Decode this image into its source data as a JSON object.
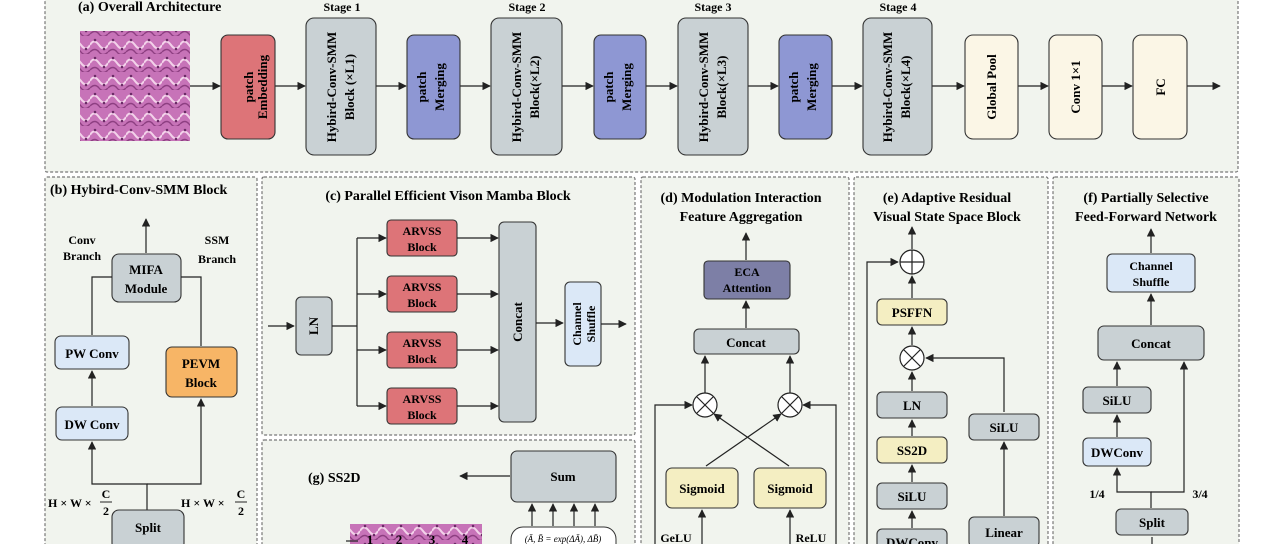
{
  "panels": {
    "a": {
      "title": "(a) Overall Architecture",
      "stages": [
        "Stage 1",
        "Stage 2",
        "Stage 3",
        "Stage 4"
      ],
      "patch_embed": [
        "patch",
        "Embedding"
      ],
      "hsmm": [
        [
          "Hybird-Conv-SMM",
          "Block (×L1)"
        ],
        [
          "Hybird-Conv-SMM",
          "Block(×L2)"
        ],
        [
          "Hybird-Conv-SMM",
          "Block(×L3)"
        ],
        [
          "Hybird-Conv-SMM",
          "Block(×L4)"
        ]
      ],
      "merging": [
        "patch",
        "Merging"
      ],
      "global_pool": "Global Pool",
      "conv1x1": "Conv 1×1",
      "fc": "FC"
    },
    "b": {
      "title": "(b) Hybird-Conv-SMM Block",
      "conv_branch": [
        "Conv",
        "Branch"
      ],
      "ssm_branch": [
        "SSM",
        "Branch"
      ],
      "mifa": [
        "MIFA",
        "Module"
      ],
      "pw_conv": "PW Conv",
      "dw_conv": "DW Conv",
      "pevm": [
        "PEVM",
        "Block"
      ],
      "split": "Split",
      "dim_left": "H × W ×",
      "dim_right": "H × W ×",
      "frac_num": "C",
      "frac_den": "2"
    },
    "c": {
      "title": "(c) Parallel Efficient Vison Mamba Block",
      "ln": "LN",
      "arvss": [
        "ARVSS",
        "Block"
      ],
      "concat": "Concat",
      "channel_shuffle": [
        "Channel",
        "Shuffle"
      ]
    },
    "d": {
      "title": [
        "(d) Modulation Interaction",
        "Feature Aggregation"
      ],
      "eca": [
        "ECA",
        "Attention"
      ],
      "concat": "Concat",
      "sigmoid": "Sigmoid",
      "gelu": "GeLU",
      "relu": "ReLU"
    },
    "e": {
      "title": [
        "(e) Adaptive Residual",
        "Visual State Space Block"
      ],
      "psffn": "PSFFN",
      "ln": "LN",
      "ss2d": "SS2D",
      "silu": "SiLU",
      "dwconv": "DWConv",
      "linear": "Linear"
    },
    "f": {
      "title": [
        "(f) Partially Selective",
        "Feed-Forward Network"
      ],
      "channel_shuffle": [
        "Channel",
        "Shuffle"
      ],
      "concat": "Concat",
      "silu": "SiLU",
      "dwconv": "DWConv",
      "split": "Split",
      "quarter": "1/4",
      "three_quarter": "3/4"
    },
    "g": {
      "title": "(g) SS2D",
      "sum": "Sum",
      "formula": "(Ā, B̄ = exp(ΔĀ), ΔB̄)",
      "scan_labels": [
        "1",
        "2",
        "3",
        "4"
      ]
    }
  },
  "colors": {
    "panel_bg": "#f1f4ee",
    "gray": "#c9d1d4",
    "red": "#dd7478",
    "purple": "#8e97d3",
    "cream": "#fbf6e6",
    "blue_light": "#dbe8f7",
    "orange": "#f7b566",
    "yellow": "#f4eec2",
    "eca": "#7d7fa6",
    "tissue": "#c06bb0"
  }
}
